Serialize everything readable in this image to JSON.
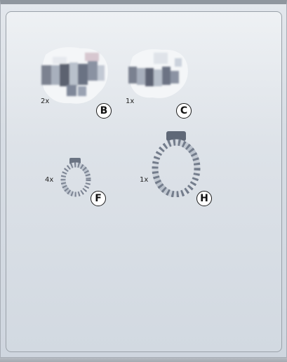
{
  "parts": [
    {
      "letter": "B",
      "quantity": "2x",
      "icon": "blurred-part-icon"
    },
    {
      "letter": "C",
      "quantity": "1x",
      "icon": "blurred-part-icon"
    },
    {
      "letter": "F",
      "quantity": "4x",
      "icon": "hose-clamp-icon"
    },
    {
      "letter": "H",
      "quantity": "1x",
      "icon": "hose-clamp-icon"
    }
  ],
  "colors": {
    "panel_top": "#e3e7ec",
    "panel_bottom": "#cfd6df",
    "callout_border": "#1a1a1a"
  }
}
